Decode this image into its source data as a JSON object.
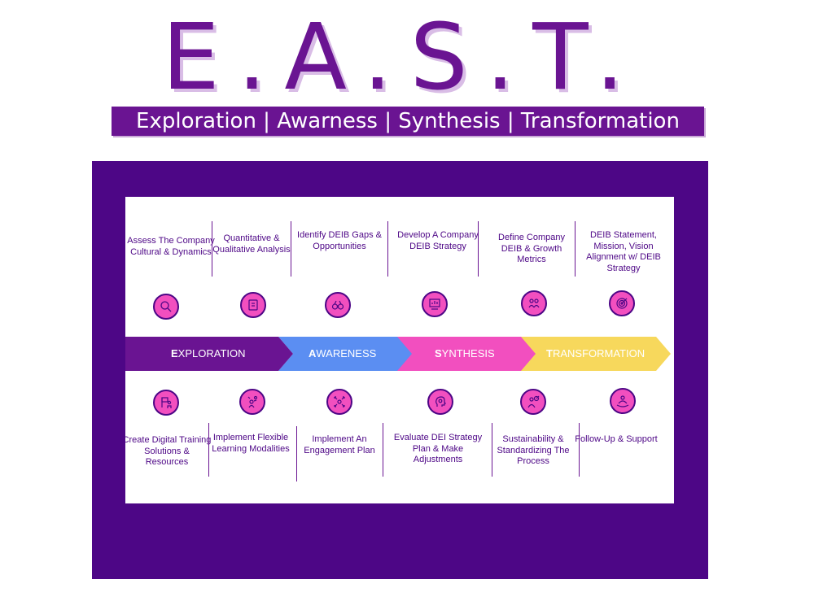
{
  "title": "E.A.S.T.",
  "subtitle": "Exploration | Awarness | Synthesis | Transformation",
  "colors": {
    "purple_dark": "#4d0686",
    "purple": "#6a1492",
    "blue": "#5b8ef2",
    "pink": "#f24fbf",
    "yellow": "#f7d85c",
    "title_shadow": "#d9bde6"
  },
  "phases": [
    {
      "initial": "E",
      "rest": "XPLORATION",
      "color": "#6a1492"
    },
    {
      "initial": "A",
      "rest": "WARENESS",
      "color": "#5b8ef2"
    },
    {
      "initial": "S",
      "rest": "YNTHESIS",
      "color": "#f24fbf"
    },
    {
      "initial": "T",
      "rest": "RANSFORMATION",
      "color": "#f7d85c"
    }
  ],
  "top_steps": [
    {
      "text": "Assess The Company Cultural & Dynamics",
      "icon": "magnifier-icon"
    },
    {
      "text": "Quantitative & Qualitative Analysis",
      "icon": "document-icon"
    },
    {
      "text": "Identify DEIB Gaps & Opportunities",
      "icon": "binoculars-icon"
    },
    {
      "text": "Develop A Company DEIB Strategy",
      "icon": "strategy-board-icon"
    },
    {
      "text": "Define Company DEIB & Growth Metrics",
      "icon": "people-growth-icon"
    },
    {
      "text": "DEIB Statement, Mission, Vision Alignment w/ DEIB Strategy",
      "icon": "target-icon"
    }
  ],
  "bottom_steps": [
    {
      "text": "Create Digital Training Solutions & Resources",
      "icon": "presenter-icon"
    },
    {
      "text": "Implement Flexible Learning Modalities",
      "icon": "learner-ideas-icon"
    },
    {
      "text": "Implement An Engagement Plan",
      "icon": "engagement-network-icon"
    },
    {
      "text": "Evaluate DEI Strategy Plan & Make Adjustments",
      "icon": "head-gears-icon"
    },
    {
      "text": "Sustainability & Standardizing The Process",
      "icon": "person-target-icon"
    },
    {
      "text": "Follow-Up & Support",
      "icon": "support-person-icon"
    }
  ]
}
